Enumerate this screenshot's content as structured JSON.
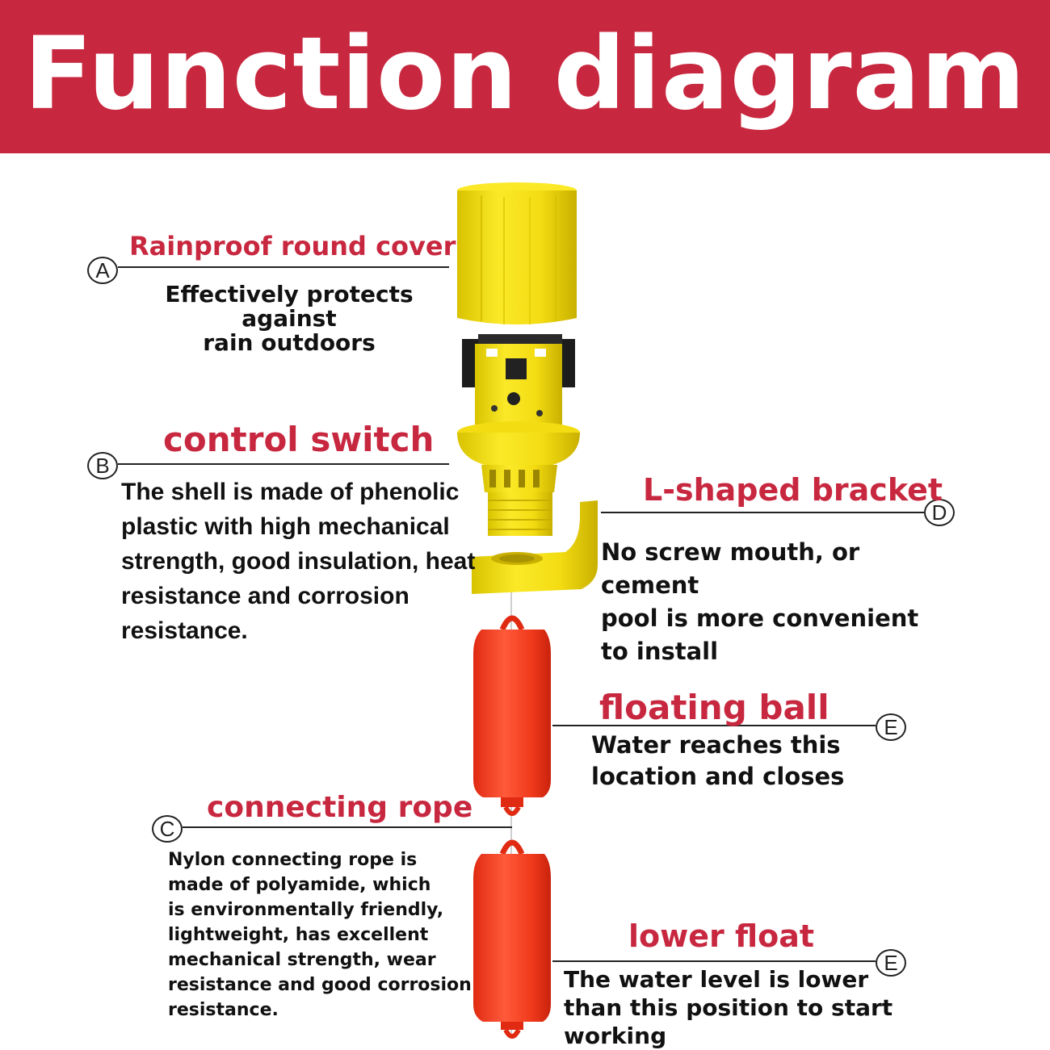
{
  "title": "Function diagram",
  "colors": {
    "banner": "#c8283f",
    "heading": "#c8283f",
    "text": "#111111",
    "cover": "#f6e020",
    "switch_body": "#f2de1c",
    "float": "#ee3a22"
  },
  "parts": {
    "a": {
      "badge": "A",
      "heading": "Rainproof round cover",
      "description": "Effectively protects against\nrain outdoors"
    },
    "b": {
      "badge": "B",
      "heading": "control switch",
      "description": " The shell is made of phenolic\nplastic with high mechanical\nstrength, good insulation, heat\nresistance and corrosion\n resistance."
    },
    "d": {
      "badge": "D",
      "heading": "L-shaped bracket",
      "description": "No screw mouth, or cement\npool is more convenient\n to install"
    },
    "e1": {
      "badge": "E",
      "heading": "floating ball",
      "description": "Water reaches this\nlocation and closes"
    },
    "c": {
      "badge": "C",
      "heading": "connecting rope",
      "description": "Nylon connecting rope is\nmade of polyamide, which\nis environmentally friendly,\nlightweight, has excellent\nmechanical strength, wear\nresistance and good corrosion\nresistance."
    },
    "e2": {
      "badge": "E",
      "heading": "lower float",
      "description": " The water level is lower\nthan this position to start\nworking"
    }
  }
}
